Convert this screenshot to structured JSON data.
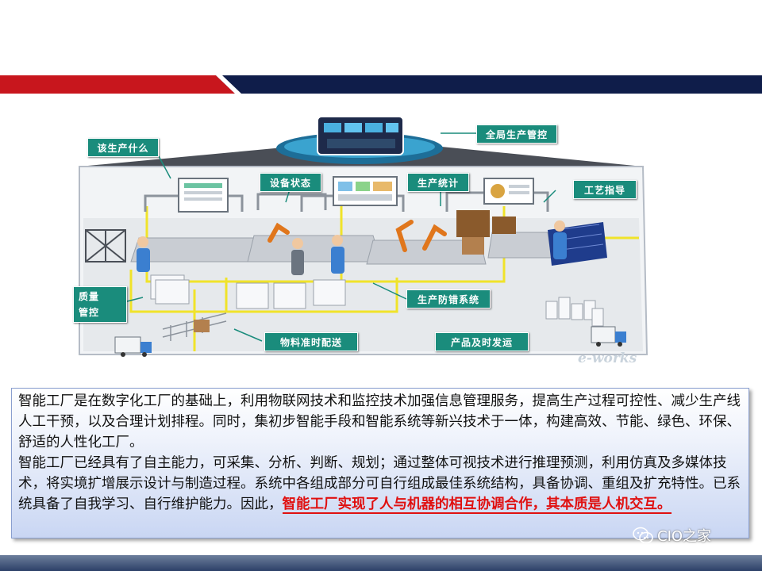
{
  "colors": {
    "navy": "#0f1d4a",
    "red": "#c8161d",
    "callout_green": "#1a8c7c",
    "highlight_red": "#e01010"
  },
  "diagram": {
    "labels": {
      "what_to_produce": "该生产什么",
      "global_control": "全局生产管控",
      "equipment_status": "设备状态",
      "production_stats": "生产统计",
      "process_guide": "工艺指导",
      "quality_control_line1": "质量",
      "quality_control_line2": "管控",
      "error_proofing": "生产防错系统",
      "material_delivery": "物料准时配送",
      "product_shipping": "产品及时发运"
    },
    "watermark": "e-works"
  },
  "text": {
    "para1": "智能工厂是在数字化工厂的基础上，利用物联网技术和监控技术加强信息管理服务，提高生产过程可控性、减少生产线人工干预，以及合理计划排程。同时，集初步智能手段和智能系统等新兴技术于一体，构建高效、节能、绿色、环保、舒适的人性化工厂。",
    "para2_plain": "智能工厂已经具有了自主能力，可采集、分析、判断、规划；通过整体可视技术进行推理预测，利用仿真及多媒体技术，将实境扩增展示设计与制造过程。系统中各组成部分可自行组成最佳系统结构，具备协调、重组及扩充特性。已系统具备了自我学习、自行维护能力。因此，",
    "para2_highlight": "智能工厂实现了人与机器的相互协调合作，其本质是人机交互。"
  },
  "badge": {
    "icon": "wechat-icon",
    "label": "CIO之家"
  }
}
